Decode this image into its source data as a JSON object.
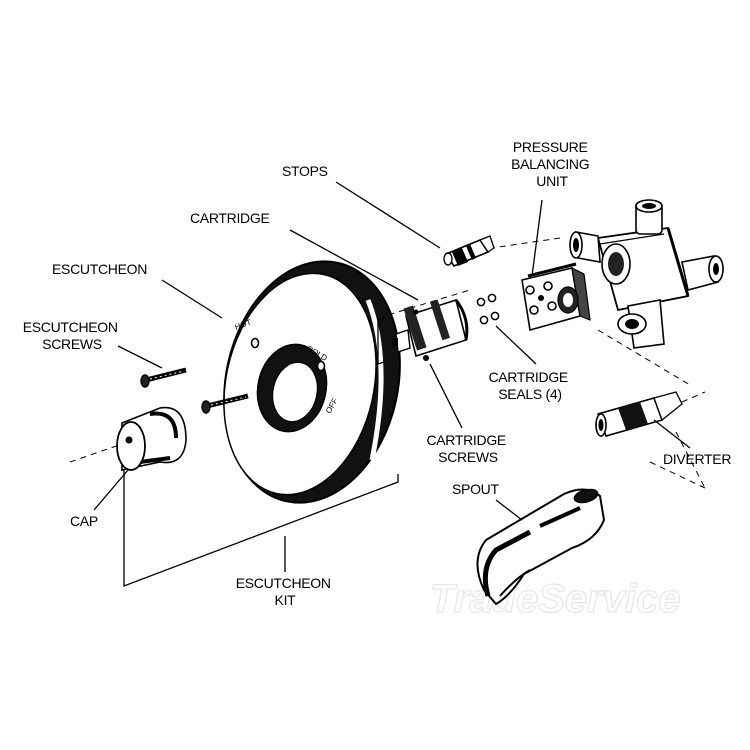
{
  "labels": {
    "pressure_balancing_unit": [
      "PRESSURE",
      "BALANCING",
      "UNIT"
    ],
    "stops": "STOPS",
    "cartridge": "CARTRIDGE",
    "escutcheon": "ESCUTCHEON",
    "escutcheon_screws": [
      "ESCUTCHEON",
      "SCREWS"
    ],
    "cartridge_seals": [
      "CARTRIDGE",
      "SEALS (4)"
    ],
    "cartridge_screws": [
      "CARTRIDGE",
      "SCREWS"
    ],
    "diverter": "DIVERTER",
    "spout": "SPOUT",
    "cap": "CAP",
    "escutcheon_kit": [
      "ESCUTCHEON",
      "KIT"
    ]
  },
  "dial": {
    "hot": "HOT",
    "cold": "COLD",
    "off": "OFF"
  },
  "watermark": "TradeService"
}
